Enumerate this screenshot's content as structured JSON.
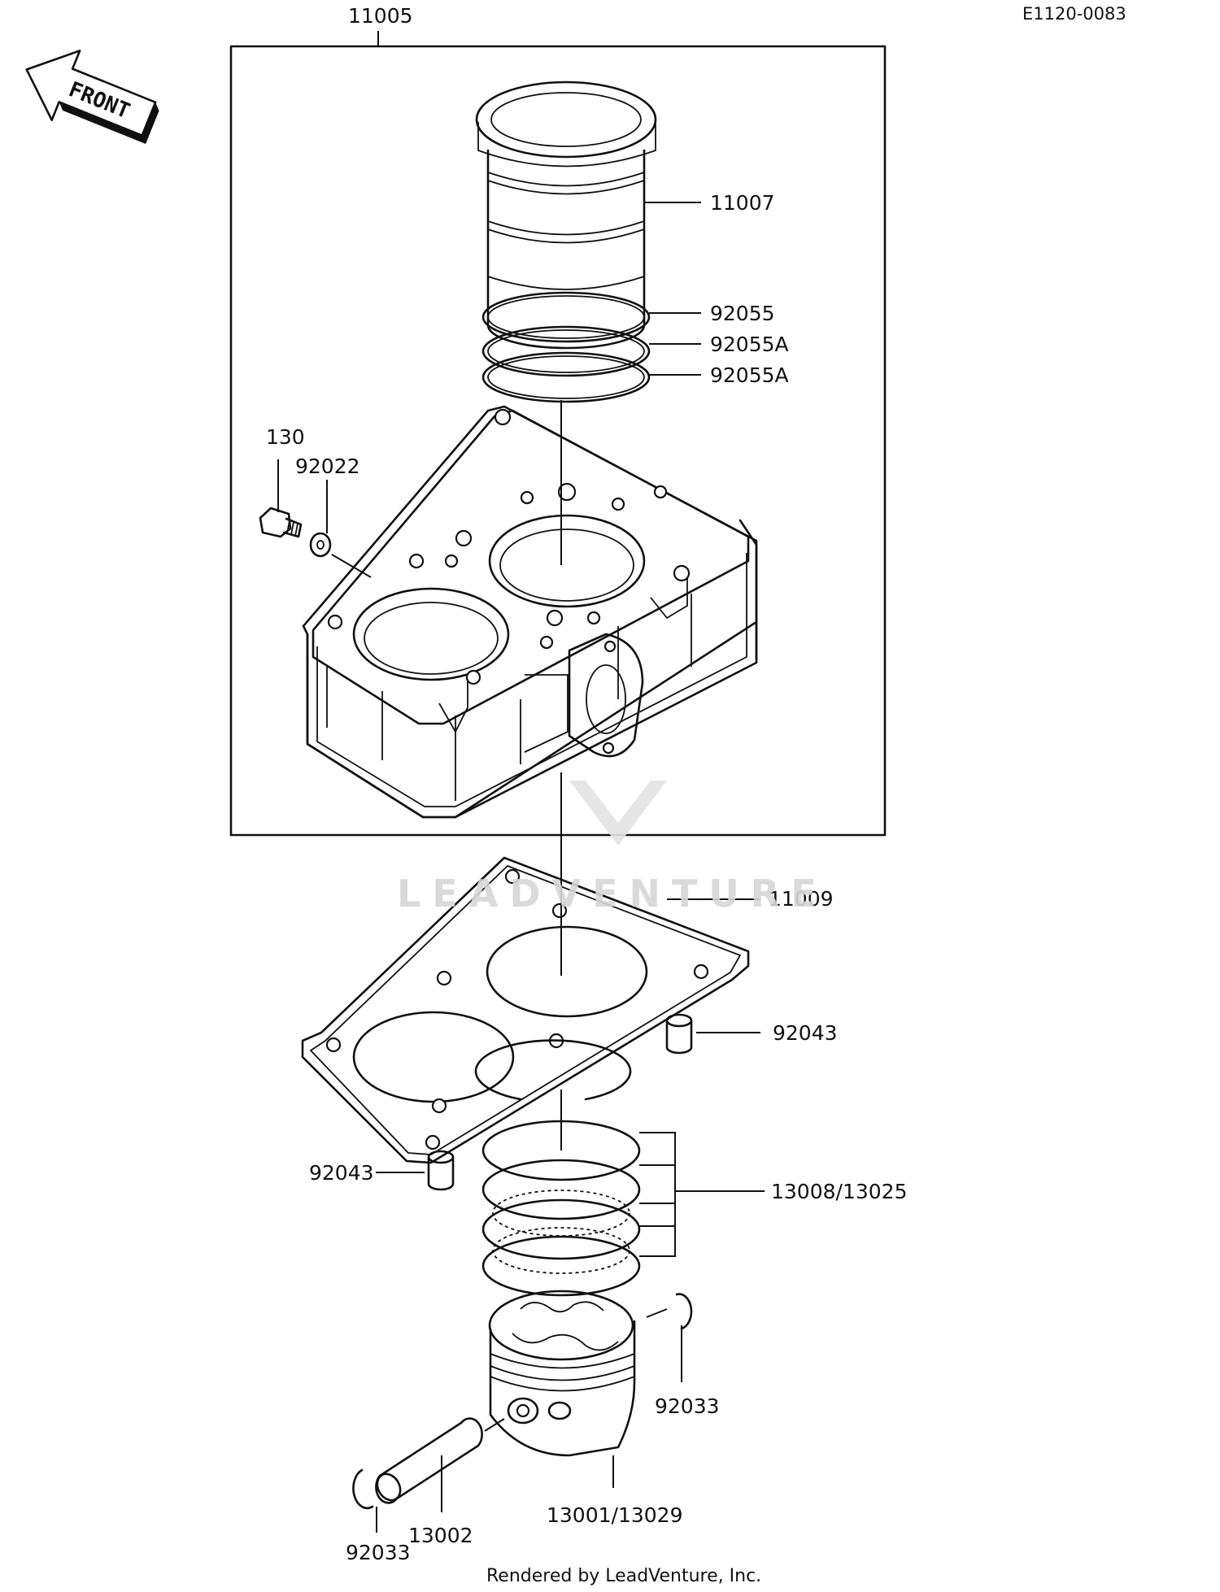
{
  "diagram": {
    "reference_code": "E1120-0083",
    "front_badge": "FRONT",
    "watermark": "LEADVENTURE",
    "footer": "Rendered by LeadVenture, Inc.",
    "callouts": {
      "assembly": "11005",
      "sleeve": "11007",
      "oring_1": "92055",
      "oring_2": "92055A",
      "oring_3": "92055A",
      "bolt": "130",
      "washer": "92022",
      "base_gasket": "11009",
      "dowel_right": "92043",
      "dowel_left": "92043",
      "piston_rings": "13008/13025",
      "circlip_right": "92033",
      "piston": "13001/13029",
      "circlip_left": "92033",
      "piston_pin": "13002"
    }
  }
}
